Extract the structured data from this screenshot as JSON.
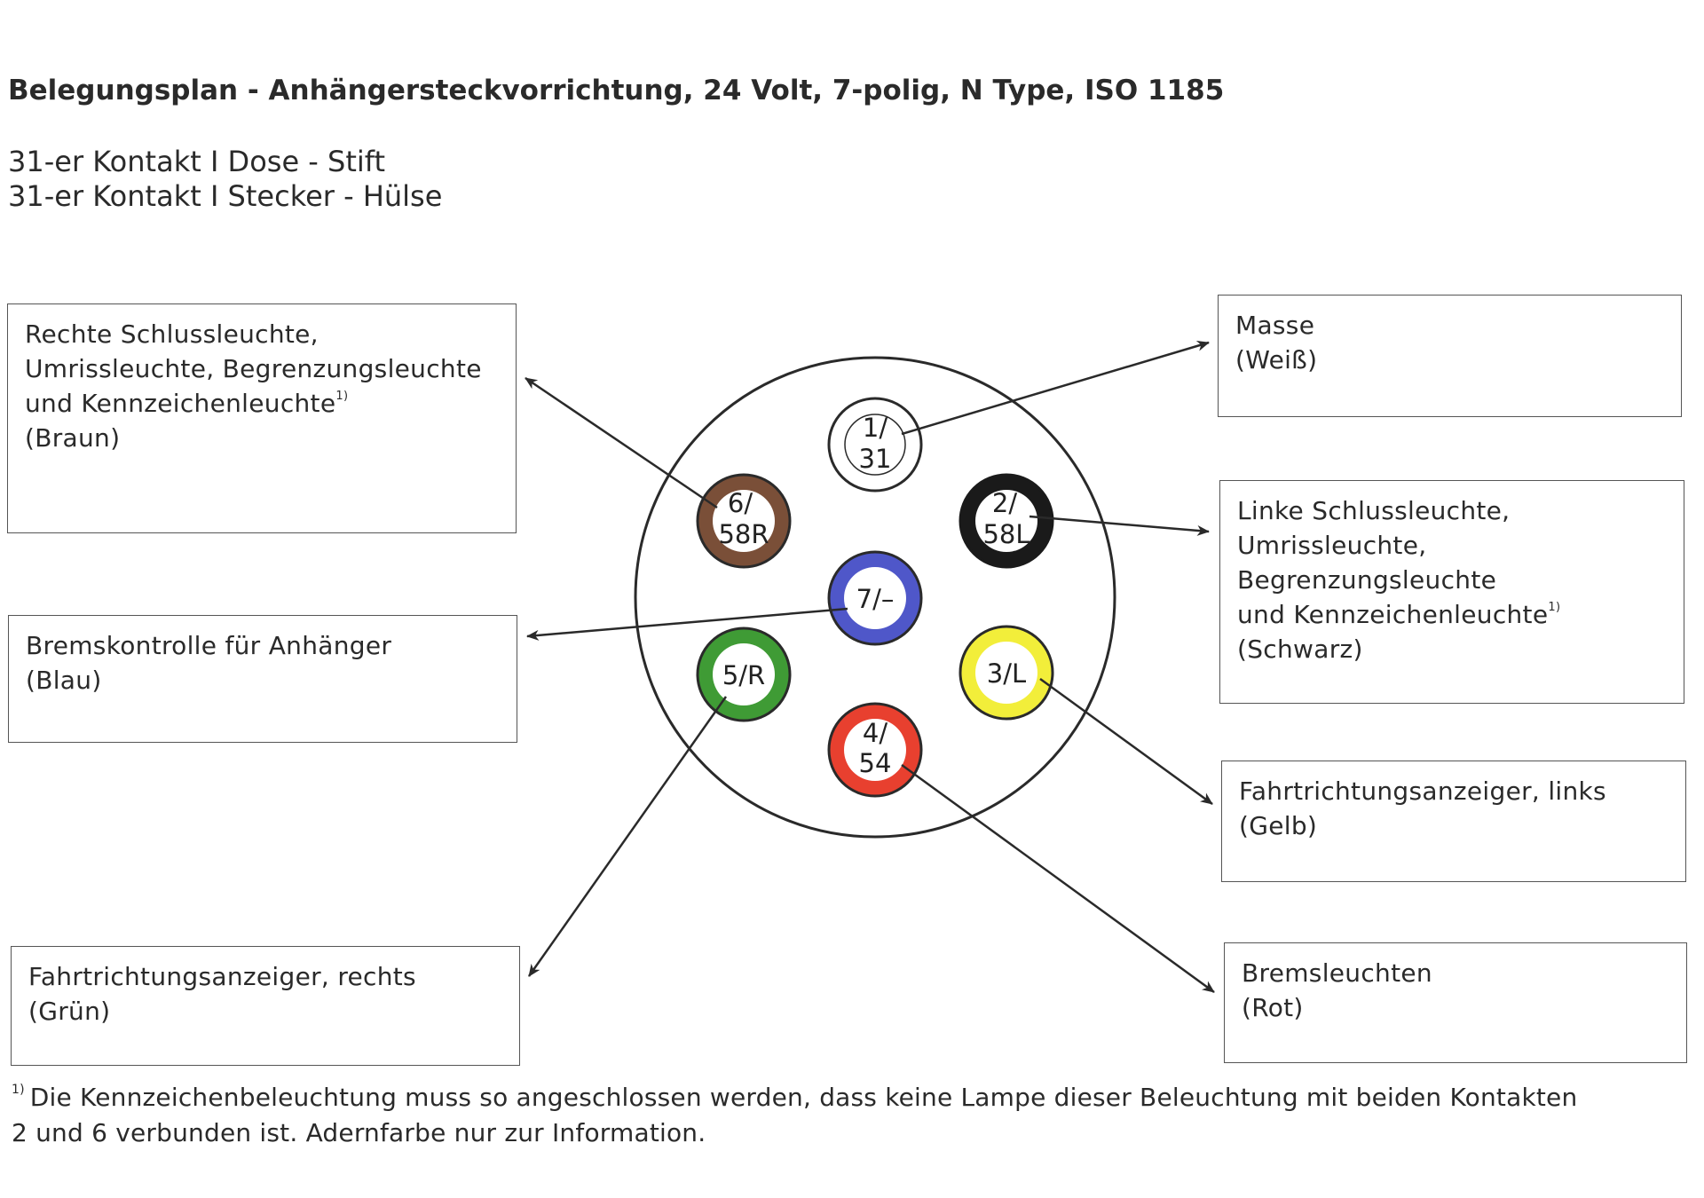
{
  "title": "Belegungsplan - Anhängersteckvorrichtung, 24 Volt, 7-polig, N Type, ISO 1185",
  "subtitle_lines": [
    "31-er Kontakt I Dose - Stift",
    "31-er Kontakt I Stecker - Hülse"
  ],
  "pins": [
    {
      "id": "1",
      "line1": "1/",
      "line2": "31",
      "color": "#ffffff",
      "ring": "#ffffff"
    },
    {
      "id": "2",
      "line1": "2/",
      "line2": "58L",
      "color": "#1a1a1a",
      "ring": "#1a1a1a"
    },
    {
      "id": "3",
      "line1": "3/L",
      "line2": "",
      "color": "#f2ee3a",
      "ring": "#f2ee3a"
    },
    {
      "id": "4",
      "line1": "4/",
      "line2": "54",
      "color": "#e8402f",
      "ring": "#e8402f"
    },
    {
      "id": "5",
      "line1": "5/R",
      "line2": "",
      "color": "#3f9b35",
      "ring": "#3f9b35"
    },
    {
      "id": "6",
      "line1": "6/",
      "line2": "58R",
      "color": "#7a4f38",
      "ring": "#7a4f38"
    },
    {
      "id": "7",
      "line1": "7/–",
      "line2": "",
      "color": "#4f57c9",
      "ring": "#4f57c9"
    }
  ],
  "boxes": {
    "braun": {
      "lines": [
        "Rechte Schlussleuchte,",
        "Umrissleuchte, Begrenzungsleuchte",
        "und Kennzeichenleuchte",
        "(Braun)"
      ],
      "footnote_mark": "1)"
    },
    "blau": {
      "lines": [
        "Bremskontrolle für Anhänger",
        "(Blau)"
      ]
    },
    "gruen": {
      "lines": [
        "Fahrtrichtungsanzeiger, rechts",
        "(Grün)"
      ]
    },
    "weiss": {
      "lines": [
        "Masse",
        "(Weiß)"
      ]
    },
    "schwarz": {
      "lines": [
        "Linke Schlussleuchte,",
        "Umrissleuchte,",
        "Begrenzungsleuchte",
        "und Kennzeichenleuchte",
        "(Schwarz)"
      ],
      "footnote_mark": "1)"
    },
    "gelb": {
      "lines": [
        "Fahrtrichtungsanzeiger, links",
        "(Gelb)"
      ]
    },
    "rot": {
      "lines": [
        "Bremsleuchten",
        "(Rot)"
      ]
    }
  },
  "footnote": {
    "mark": "1)",
    "line1": "Die Kennzeichenbeleuchtung muss so angeschlossen werden, dass keine Lampe dieser Beleuchtung mit beiden Kontakten",
    "line2": "2 und 6 verbunden ist. Adernfarbe nur zur Information."
  }
}
